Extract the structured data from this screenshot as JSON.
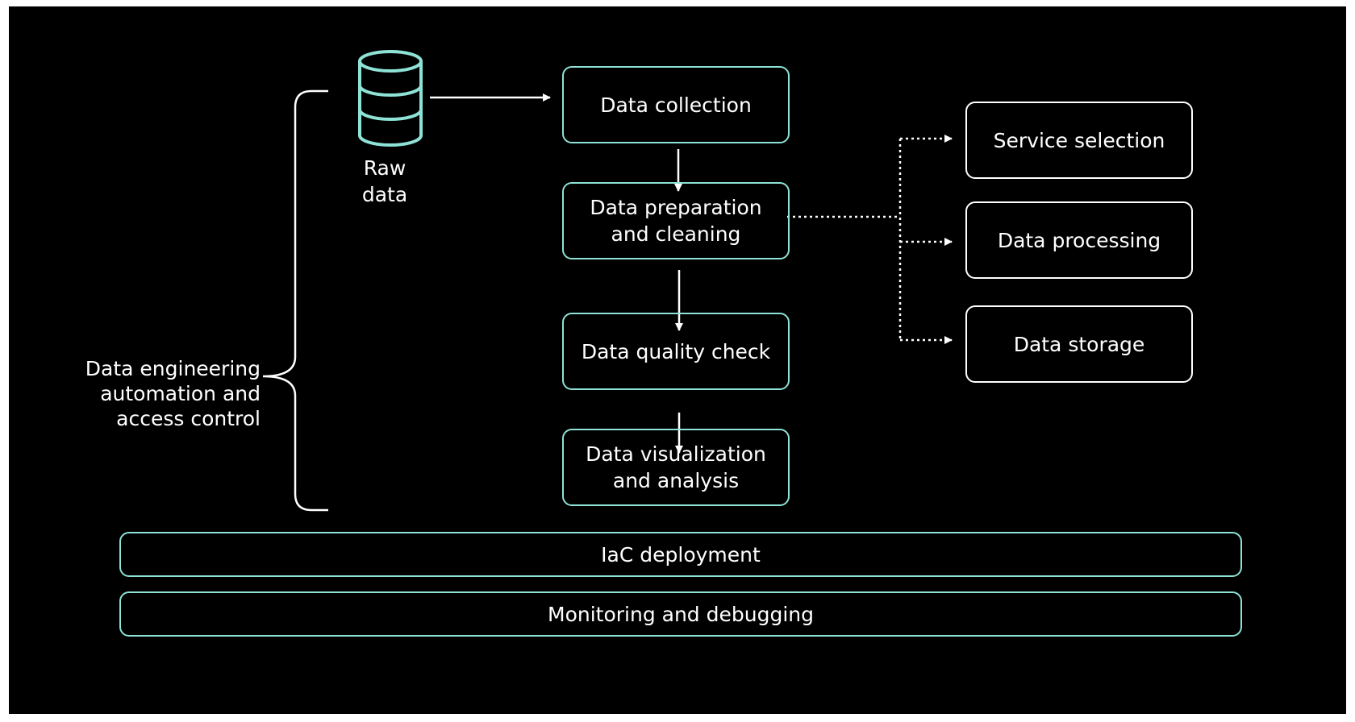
{
  "raw_data": "Raw data",
  "pipeline": {
    "collection": "Data collection",
    "preparation": "Data preparation\nand cleaning",
    "quality": "Data quality check",
    "visualization": "Data visualization\nand analysis"
  },
  "services": {
    "selection": "Service selection",
    "processing": "Data processing",
    "storage": "Data storage"
  },
  "bracket_label": "Data engineering\nautomation and\naccess control",
  "bars": {
    "iac": "IaC deployment",
    "monitoring": "Monitoring and debugging"
  },
  "colors": {
    "background": "#000000",
    "accent": "#8ee3d6",
    "text": "#ffffff"
  }
}
